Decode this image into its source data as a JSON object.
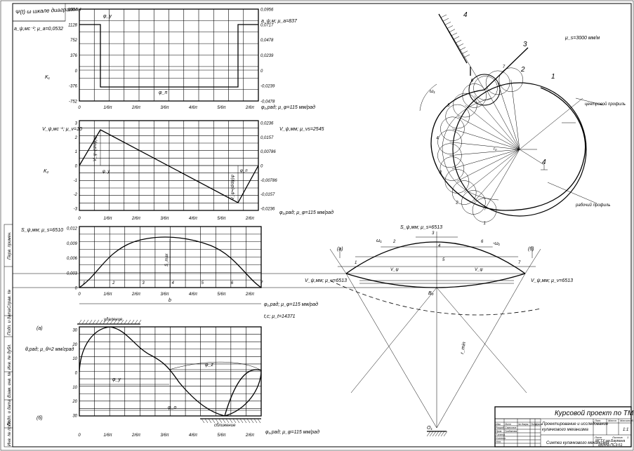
{
  "stamp": {
    "course_title": "Курсовой проект по ТММ",
    "drawing_title_1": "Проектирование и исследование",
    "drawing_title_2": "кулачкового механизма",
    "sheet_title": "Синтез кулачкового механизма",
    "university": "МГТУ им.Баумана",
    "group": "группа ПС3-51",
    "header_lit": "Лит.",
    "header_mass": "Масса",
    "header_scale": "Масштаб",
    "scale_value": "1:1",
    "sheet_label": "Лист",
    "sheets_label": "Листов",
    "sheets_value": "1",
    "rows_left": [
      "Изм.",
      "Лист",
      "№ докум.",
      "Подп.",
      "Дата"
    ],
    "role_rows": [
      "Разраб.",
      "Пров.",
      "Т.контр.",
      "Н.контр.",
      "Утв."
    ],
    "names": [
      "Самсонов",
      "Грибанова"
    ]
  },
  "chart1": {
    "title_vert": "Ψ(t) ω шкале диаграммы",
    "ylabel": "a_ψ,мс⁻²; μ_a=0,0532",
    "ylabel_right": "a_ψ,м; μ_a=837",
    "y_ticks": [
      "1504",
      "1128",
      "752",
      "376",
      "0",
      "-376",
      "-752"
    ],
    "y_ticks_right": [
      "0,0956",
      "0,0717",
      "0,0478",
      "0,0239",
      "0",
      "-0,0239",
      "-0,0478"
    ],
    "x_ticks": [
      "0",
      "1/6π",
      "2/6π",
      "3/6π",
      "4/6π",
      "5/6π",
      "2/6π"
    ],
    "xlabel": "φ₁,рад; μ_φ=115 мм/рад",
    "k_label": "K₁",
    "phi_top": "φ_y",
    "phi_bottom": "φ_п"
  },
  "chart2": {
    "ylabel": "V_ψ,мс⁻¹; μ_v=10",
    "ylabel_right": "V_ψ,мм; μ_vs=2545",
    "y_ticks": [
      "3",
      "2",
      "1",
      "0",
      "-1",
      "-2",
      "-3"
    ],
    "y_ticks_right": [
      "0,0236",
      "0,0157",
      "0,00786",
      "0",
      "-0,00786",
      "-0,0157",
      "-0,0236"
    ],
    "x_ticks": [
      "0",
      "1/6π",
      "2/6π",
      "3/6π",
      "4/6π",
      "5/6π",
      "2/6π"
    ],
    "xlabel": "φ₁,рад; μ_φ=115 мм/рад",
    "k_label": "K₂",
    "marks": [
      "φ_y",
      "φ_п",
      "V_ψ=(d/dφ)ψ",
      "V_ψ=(d/dφ)ψ"
    ]
  },
  "chart3": {
    "ylabel": "S_ψ,мм; μ_s=6510",
    "y_ticks": [
      "0,012",
      "0,009",
      "0,006",
      "0,003",
      "0"
    ],
    "x_ticks": [
      "0",
      "1/6π",
      "2/6π",
      "3/6π",
      "4/6π",
      "5/6π",
      "2/6π"
    ],
    "point_labels": [
      "1",
      "2",
      "3",
      "4",
      "5",
      "6",
      "7"
    ],
    "xlabel": "φ₁,рад; μ_φ=115 мм/рад",
    "tlabel": "t,c; μ_t=14371",
    "b_label": "b",
    "s_label": "S_max"
  },
  "chart4": {
    "ylabel": "θ,рад; μ_θ=2 мм/град",
    "y_ticks": [
      "30",
      "20",
      "10",
      "0",
      "10",
      "20",
      "30"
    ],
    "x_ticks": [
      "0",
      "1/6π",
      "2/6π",
      "3/6π",
      "4/6π",
      "5/6π",
      "2/6π"
    ],
    "xlabel": "φ₁,рад; μ_φ=115 мм/рад",
    "top_note": "удаление",
    "bottom_note": "сближение",
    "a_label": "(a)",
    "b_label": "(б)",
    "phi_y": "φ_y",
    "phi_z": "φ_z",
    "phi_o": "φ_o"
  },
  "cam": {
    "scale": "μ_s=3000 мм/м",
    "labels": [
      "1",
      "2",
      "3",
      "4",
      "4"
    ],
    "note_top": "центровой профиль",
    "note_bottom": "рабочий профиль",
    "omega": "ω₁",
    "r0": "r₀",
    "pos": [
      "1",
      "2",
      "3",
      "4",
      "5",
      "6",
      "7"
    ]
  },
  "arc": {
    "top_label": "S_ψ,мм; μ_s=6513",
    "left_label": "V_ψ,мм; μ_v=6513",
    "right_label": "V_ψ,мм; μ_v=6513",
    "omega_left": "ω₁",
    "omega_right": "-ω₁",
    "a_label": "(a)",
    "b_label": "(б)",
    "o_label": "B₀",
    "o1_label": "O₁",
    "r_label": "r_min",
    "marks": [
      "1",
      "2",
      "3",
      "4",
      "5",
      "6",
      "7"
    ],
    "v_marks": [
      "V_ψ",
      "V_ψ"
    ]
  },
  "side": {
    "labels": [
      "Перв. примен.",
      "Справ. №",
      "Подп. и дата",
      "Инв. № дубл.",
      "Взам. инв. №",
      "Подп. и дата",
      "Инв. № подл."
    ]
  }
}
